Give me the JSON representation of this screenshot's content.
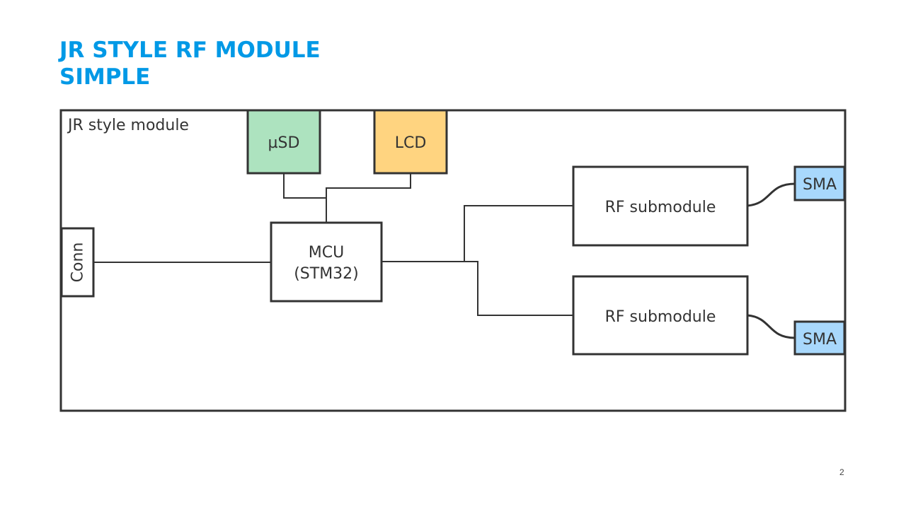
{
  "title": {
    "line1": "JR STYLE RF MODULE",
    "line2": "SIMPLE"
  },
  "module": {
    "label": "JR style module"
  },
  "blocks": {
    "usd": {
      "label": "µSD",
      "color": "#ade3bf"
    },
    "lcd": {
      "label": "LCD",
      "color": "#ffd480"
    },
    "mcu": {
      "line1": "MCU",
      "line2": "(STM32)"
    },
    "conn": {
      "label": "Conn"
    },
    "rf1": {
      "label": "RF submodule"
    },
    "rf2": {
      "label": "RF submodule"
    },
    "sma1": {
      "label": "SMA",
      "color": "#a8d8fc"
    },
    "sma2": {
      "label": "SMA",
      "color": "#a8d8fc"
    }
  },
  "colors": {
    "title": "#0099e6",
    "outline": "#333333",
    "text": "#333333"
  },
  "page_number": "2"
}
